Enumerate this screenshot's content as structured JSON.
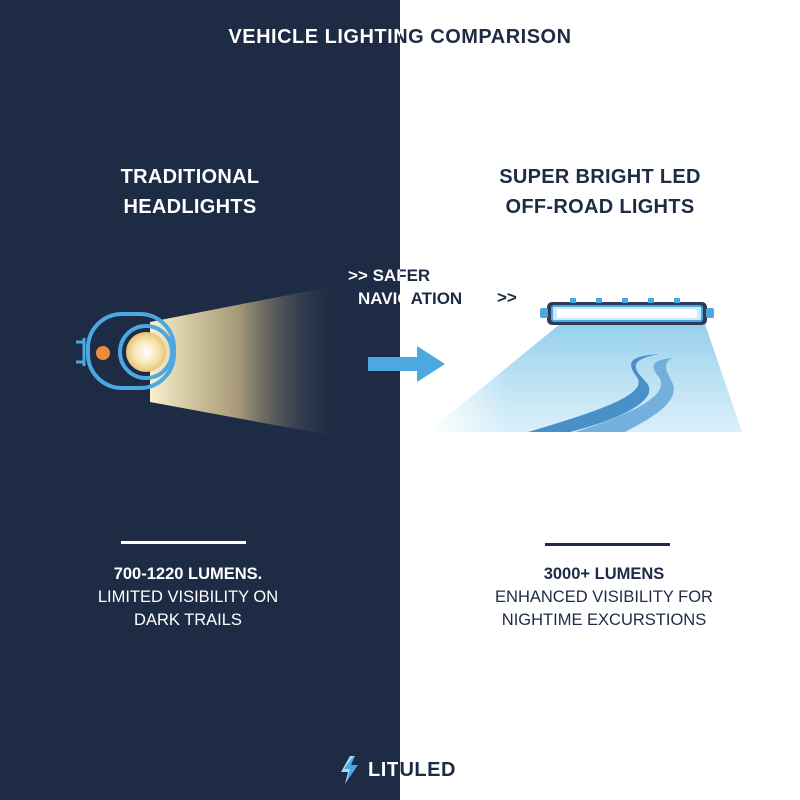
{
  "title": "VEHICLE LIGHTING COMPARISON",
  "left": {
    "heading": [
      "TRADITIONAL",
      "HEADLIGHTS"
    ],
    "stat_value": "700-1220 LUMENS.",
    "stat_desc": [
      "LIMITED VISIBILITY ON",
      "DARK TRAILS"
    ],
    "icon": "headlight-icon"
  },
  "right": {
    "heading": [
      "SUPER BRIGHT LED",
      "OFF-ROAD LIGHTS"
    ],
    "stat_value": "3000+ LUMENS",
    "stat_desc": [
      "ENHANCED VISIBILITY FOR",
      "NIGHTIME EXCURSTIONS"
    ],
    "icon": "led-light-bar-icon"
  },
  "transition": {
    "line1": ">> SAFER",
    "line2": "NAVIGATION",
    "suffix": ">>",
    "icon": "arrow-right-icon"
  },
  "brand": {
    "name": "LITULED",
    "icon": "lightning-bolt-icon"
  },
  "colors": {
    "dark_navy": "#1d2b45",
    "white": "#ffffff",
    "accent_blue": "#4ba8e0",
    "warm_beam": "#f4e3b5",
    "indicator_orange": "#f08a3c"
  }
}
